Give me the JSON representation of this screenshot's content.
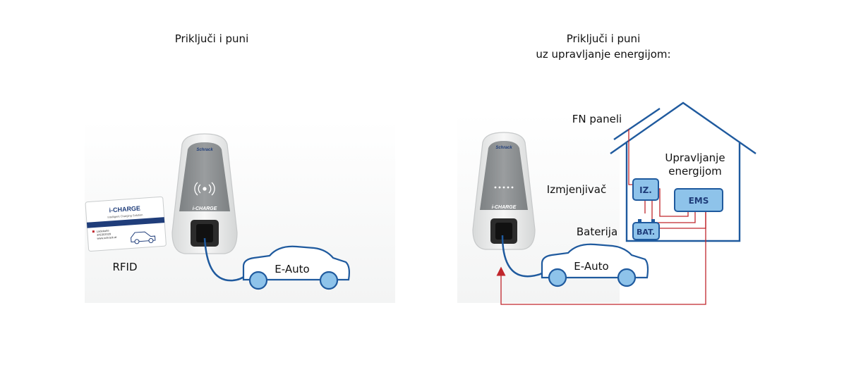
{
  "left": {
    "title": "Priključi i puni",
    "rfid_label": "RFID",
    "car_label": "E-Auto",
    "card": {
      "brand": "i-CHARGE",
      "tagline": "Intelligent Charging Solution",
      "line1": "Ladekarte",
      "line2": "341502029",
      "line3": "www.schrack.at"
    },
    "charger_label": "i-CHARGE",
    "charger_logo": "Schrack"
  },
  "right": {
    "title_line1": "Priključi i puni",
    "title_line2": "uz upravljanje energijom:",
    "pv_label": "FN paneli",
    "ems_title_line1": "Upravljanje",
    "ems_title_line2": "energijom",
    "inverter_label": "Izmjenjivač",
    "inverter_box": "IZ.",
    "ems_box": "EMS",
    "battery_label": "Baterija",
    "battery_box": "BAT.",
    "car_label": "E-Auto",
    "charger_label": "i-CHARGE",
    "charger_logo": "Schrack"
  },
  "colors": {
    "house_line": "#1f5a9e",
    "box_fill": "#8ec3ea",
    "box_stroke": "#1f5a9e",
    "power_line": "#c0262c",
    "car_fill": "#ffffff",
    "wheel_fill": "#8ec3ea",
    "charger_panel": "#8a8d8f",
    "charger_body": "#e9eaea"
  }
}
